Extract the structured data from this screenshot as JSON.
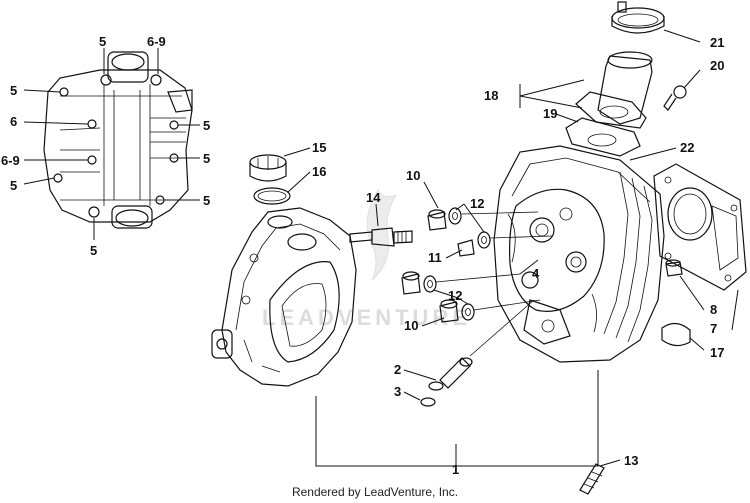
{
  "labels": {
    "p5a": "5",
    "p69a": "6-9",
    "p5b": "5",
    "p6": "6",
    "p5c": "5",
    "p69b": "6-9",
    "p5d": "5",
    "p5e": "5",
    "p5f": "5",
    "p5g": "5",
    "p15": "15",
    "p16": "16",
    "p14": "14",
    "p10a": "10",
    "p12a": "12",
    "p11": "11",
    "p4": "4",
    "p12b": "12",
    "p10b": "10",
    "p2": "2",
    "p3": "3",
    "p1": "1",
    "p13": "13",
    "p18": "18",
    "p19": "19",
    "p20": "20",
    "p21": "21",
    "p22": "22",
    "p8": "8",
    "p7": "7",
    "p17": "17"
  },
  "watermark": "LEADVENTURE",
  "footer": "Rendered by LeadVenture, Inc."
}
